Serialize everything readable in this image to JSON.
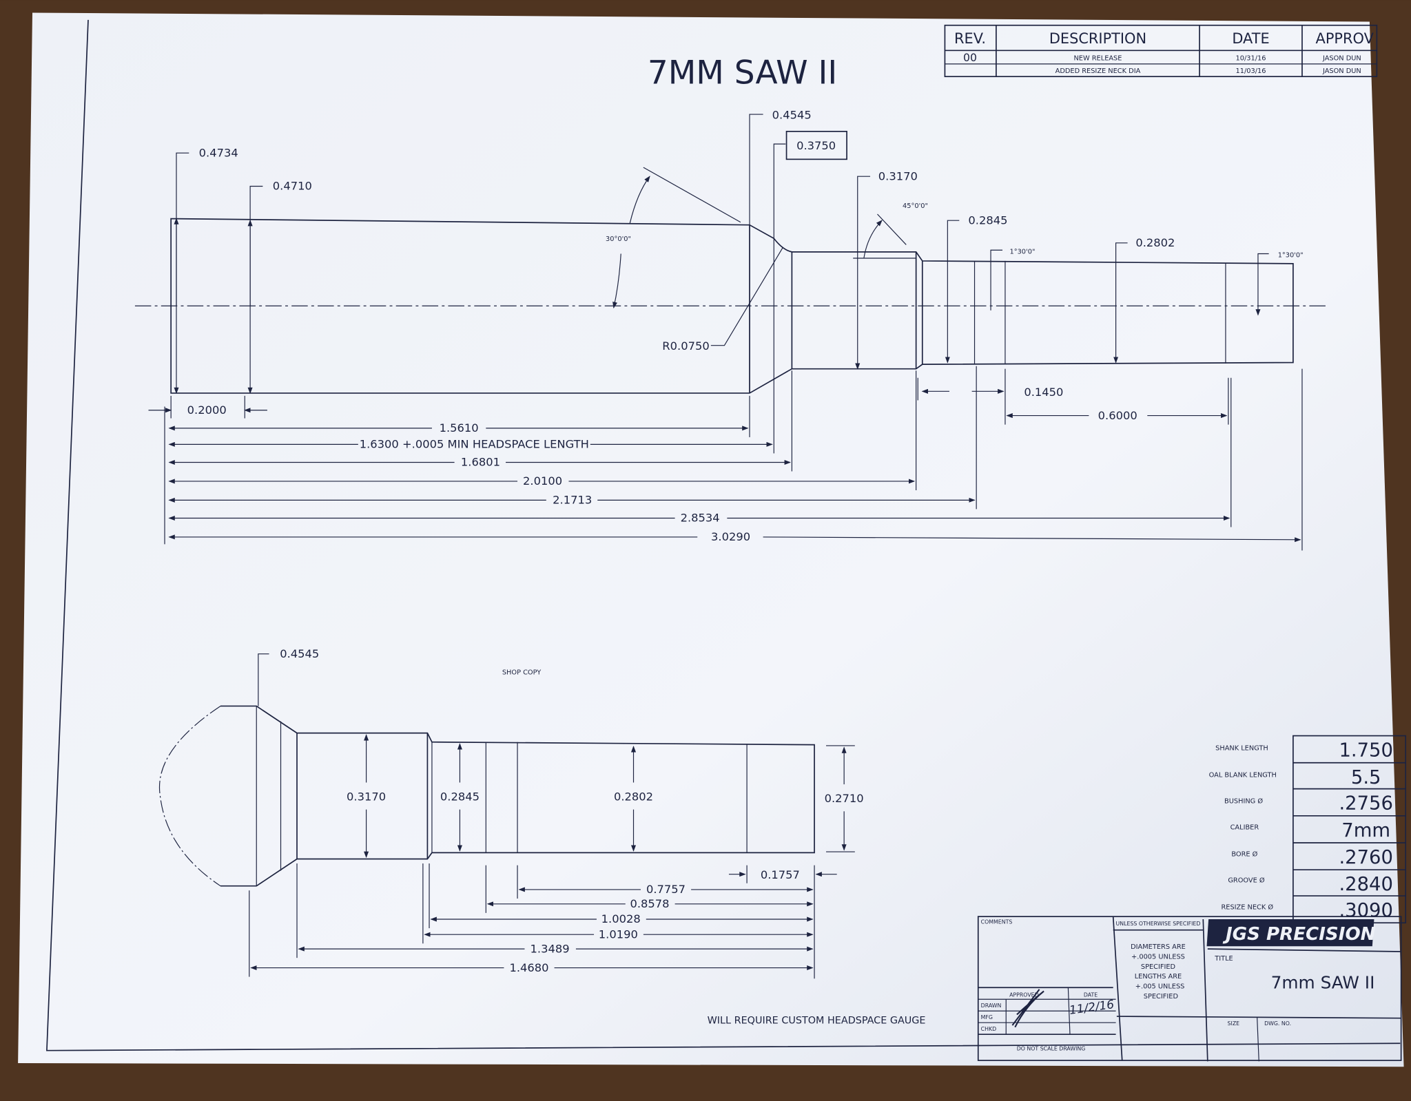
{
  "title": "7MM SAW II",
  "revision_table": {
    "headers": [
      "REV.",
      "DESCRIPTION",
      "DATE",
      "APPROV"
    ],
    "rows": [
      {
        "rev": "00",
        "description": "NEW RELEASE",
        "date": "10/31/16",
        "approved": "JASON DUN"
      },
      {
        "rev": "",
        "description": "ADDED RESIZE NECK DIA",
        "date": "11/03/16",
        "approved": "JASON DUN"
      }
    ]
  },
  "top_view": {
    "diameters": {
      "d1": "0.4734",
      "d2": "0.4710",
      "d3": "0.4545",
      "d4": "0.3750",
      "d5": "0.3170",
      "d6": "0.2845",
      "d7": "0.2802"
    },
    "angles": {
      "a1": "30°0'0\"",
      "a2": "45°0'0\"",
      "a3": "1°30'0\"",
      "a4": "1°30'0\""
    },
    "radius": "R0.0750",
    "lengths": {
      "l0": "0.2000",
      "l1": "1.5610",
      "l2": "1.6300 +.0005 MIN HEADSPACE LENGTH",
      "l3": "1.6801",
      "l4": "2.0100",
      "l5": "2.1713",
      "l6": "2.8534",
      "l7": "3.0290",
      "l8": "0.1450",
      "l9": "0.6000"
    }
  },
  "bottom_view": {
    "label": "SHOP COPY",
    "diameters": {
      "d1": "0.4545",
      "d2": "0.3170",
      "d3": "0.2845",
      "d4": "0.2802",
      "d5": "0.2710"
    },
    "lengths": {
      "l0": "0.1757",
      "l1": "0.7757",
      "l2": "0.8578",
      "l3": "1.0028",
      "l4": "1.0190",
      "l5": "1.3489",
      "l6": "1.4680"
    }
  },
  "note": "WILL REQUIRE CUSTOM HEADSPACE GAUGE",
  "spec_table": [
    {
      "label": "SHANK LENGTH",
      "value": "1.750"
    },
    {
      "label": "OAL BLANK LENGTH",
      "value": "5.5"
    },
    {
      "label": "BUSHING Ø",
      "value": ".2756"
    },
    {
      "label": "CALIBER",
      "value": "7mm"
    },
    {
      "label": "BORE Ø",
      "value": ".2760"
    },
    {
      "label": "GROOVE Ø",
      "value": ".2840"
    },
    {
      "label": "RESIZE NECK Ø",
      "value": ".3090"
    }
  ],
  "title_block": {
    "comments": "COMMENTS",
    "unless": "UNLESS OTHERWISE SPECIFIED",
    "tolerance_lines": [
      "DIAMETERS ARE",
      "+.0005 UNLESS",
      "SPECIFIED",
      "LENGTHS ARE",
      "+.005 UNLESS",
      "SPECIFIED"
    ],
    "approved": "APPROVED",
    "date": "DATE",
    "drawn": "DRAWN",
    "mfg": "MFG",
    "chkd": "CHKD",
    "date_value": "11/2/16",
    "do_not_scale": "DO NOT SCALE DRAWING",
    "company": "JGS PRECISION",
    "title_label": "TITLE",
    "title_value": "7mm SAW II",
    "size_label": "SIZE",
    "dwg_label": "DWG. NO."
  }
}
